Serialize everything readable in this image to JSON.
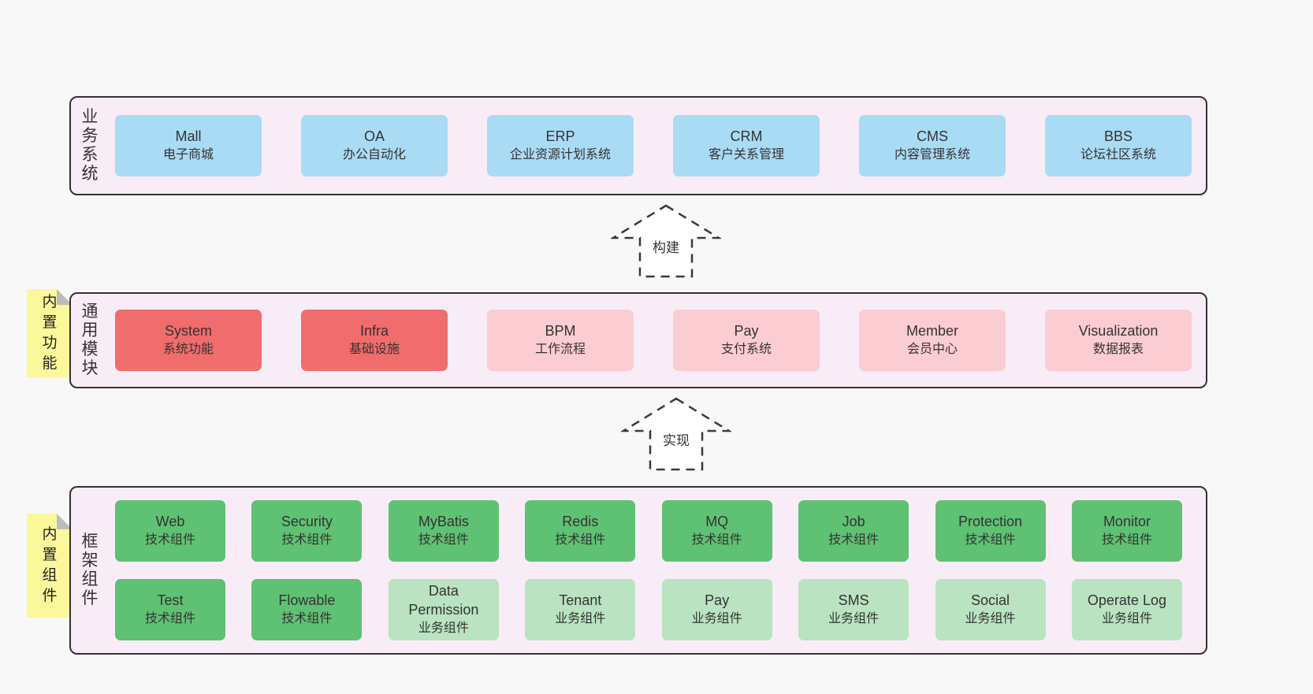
{
  "diagram": {
    "bands": {
      "business": {
        "label": "业务系统",
        "boxes": [
          {
            "en": "Mall",
            "zh": "电子商城"
          },
          {
            "en": "OA",
            "zh": "办公自动化"
          },
          {
            "en": "ERP",
            "zh": "企业资源计划系统"
          },
          {
            "en": "CRM",
            "zh": "客户关系管理"
          },
          {
            "en": "CMS",
            "zh": "内容管理系统"
          },
          {
            "en": "BBS",
            "zh": "论坛社区系统"
          }
        ]
      },
      "modules": {
        "label": "通用模块",
        "sticky": "内置功能",
        "boxes": [
          {
            "en": "System",
            "zh": "系统功能"
          },
          {
            "en": "Infra",
            "zh": "基础设施"
          },
          {
            "en": "BPM",
            "zh": "工作流程"
          },
          {
            "en": "Pay",
            "zh": "支付系统"
          },
          {
            "en": "Member",
            "zh": "会员中心"
          },
          {
            "en": "Visualization",
            "zh": "数据报表"
          }
        ]
      },
      "components": {
        "label": "框架组件",
        "sticky": "内置组件",
        "row1": [
          {
            "en": "Web",
            "zh": "技术组件"
          },
          {
            "en": "Security",
            "zh": "技术组件"
          },
          {
            "en": "MyBatis",
            "zh": "技术组件"
          },
          {
            "en": "Redis",
            "zh": "技术组件"
          },
          {
            "en": "MQ",
            "zh": "技术组件"
          },
          {
            "en": "Job",
            "zh": "技术组件"
          },
          {
            "en": "Protection",
            "zh": "技术组件"
          },
          {
            "en": "Monitor",
            "zh": "技术组件"
          }
        ],
        "row2": [
          {
            "en": "Test",
            "zh": "技术组件"
          },
          {
            "en": "Flowable",
            "zh": "技术组件"
          },
          {
            "en": "Data Permission",
            "zh": "业务组件"
          },
          {
            "en": "Tenant",
            "zh": "业务组件"
          },
          {
            "en": "Pay",
            "zh": "业务组件"
          },
          {
            "en": "SMS",
            "zh": "业务组件"
          },
          {
            "en": "Social",
            "zh": "业务组件"
          },
          {
            "en": "Operate Log",
            "zh": "业务组件"
          }
        ]
      }
    },
    "arrows": {
      "build": "构建",
      "implement": "实现"
    },
    "colors": {
      "background": "#f8f8f8",
      "band_bg": "#f8edf6",
      "band_border": "#333333",
      "blue": "#a9dbf5",
      "red": "#f16c6c",
      "pink": "#fbccd2",
      "green": "#5fc173",
      "green_light": "#b9e3c1",
      "sticky_yellow": "#fbf89c",
      "text": "#333333"
    }
  }
}
